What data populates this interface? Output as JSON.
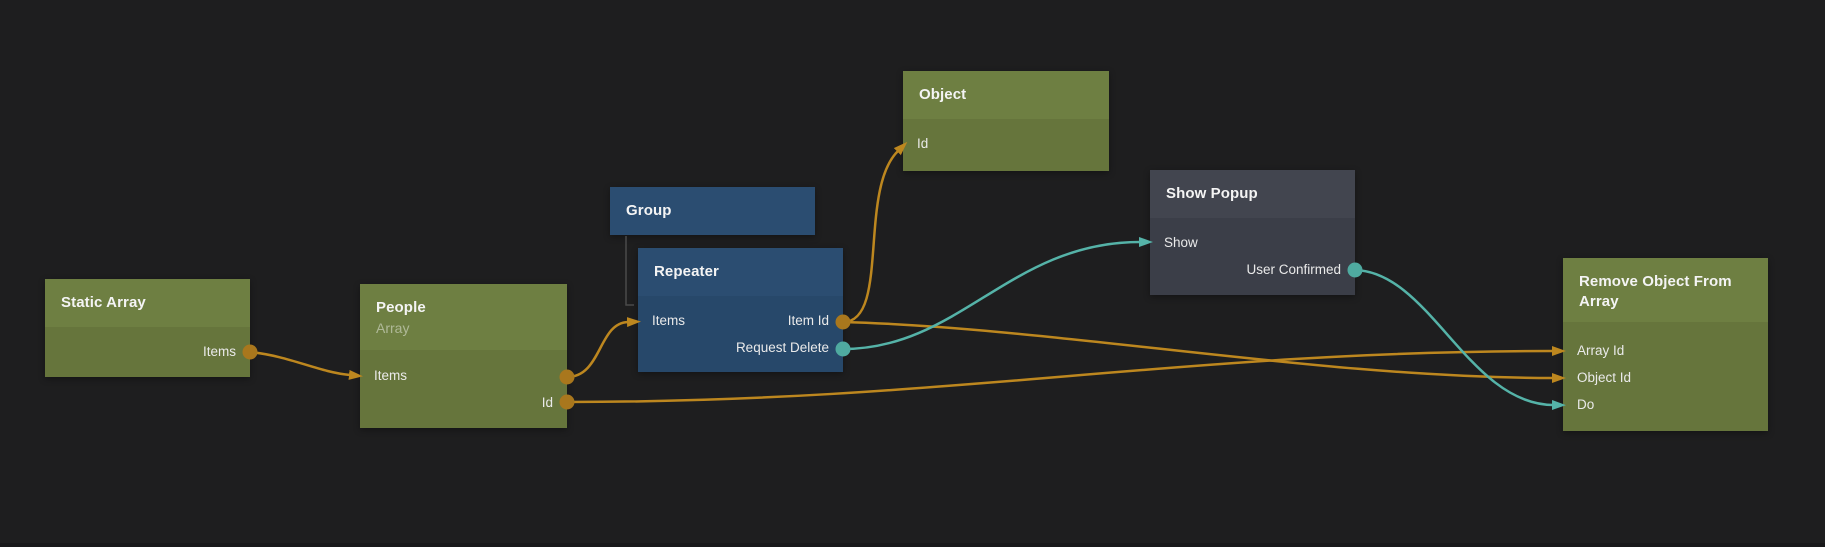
{
  "app": "visual-node-graph-editor",
  "colors": {
    "background": "#1e1e1f",
    "data_wire_orange": "#bd871f",
    "data_dot_orange": "#a9771d",
    "signal_wire_teal": "#55b3a8",
    "signal_dot_teal": "#4faaa0",
    "green_node_header": "#6e7f42",
    "green_node_body": "#66753c",
    "blue_node_header": "#2b4d71",
    "blue_node_body": "#27486a",
    "slate_node_header": "#42454f",
    "slate_node_body": "#3b3e48",
    "child_link_gray": "#4a4a4a"
  },
  "nodes": {
    "static_array": {
      "title": "Static Array",
      "ports": {
        "items_out": "Items"
      }
    },
    "people": {
      "title": "People",
      "subtitle": "Array",
      "ports": {
        "items": "Items",
        "id_out": "Id"
      }
    },
    "group": {
      "title": "Group"
    },
    "repeater": {
      "title": "Repeater",
      "ports": {
        "items_in": "Items",
        "item_id_out": "Item Id",
        "request_delete_out": "Request Delete"
      }
    },
    "object": {
      "title": "Object",
      "ports": {
        "id_in": "Id"
      }
    },
    "show_popup": {
      "title": "Show Popup",
      "ports": {
        "show_in": "Show",
        "user_confirmed_out": "User Confirmed"
      }
    },
    "remove_object": {
      "title": "Remove Object From Array",
      "ports": {
        "array_id_in": "Array Id",
        "object_id_in": "Object Id",
        "do_in": "Do"
      }
    }
  },
  "connections": [
    {
      "from": "static_array.items_out",
      "to": "people.items",
      "kind": "data"
    },
    {
      "from": "people.items",
      "to": "repeater.items_in",
      "kind": "data"
    },
    {
      "from": "people.id_out",
      "to": "remove_object.array_id_in",
      "kind": "data"
    },
    {
      "from": "repeater.item_id_out",
      "to": "object.id_in",
      "kind": "data"
    },
    {
      "from": "repeater.item_id_out",
      "to": "remove_object.object_id_in",
      "kind": "data"
    },
    {
      "from": "repeater.request_delete_out",
      "to": "show_popup.show_in",
      "kind": "signal"
    },
    {
      "from": "show_popup.user_confirmed_out",
      "to": "remove_object.do_in",
      "kind": "signal"
    },
    {
      "from": "group",
      "to": "repeater",
      "kind": "child-link"
    }
  ]
}
